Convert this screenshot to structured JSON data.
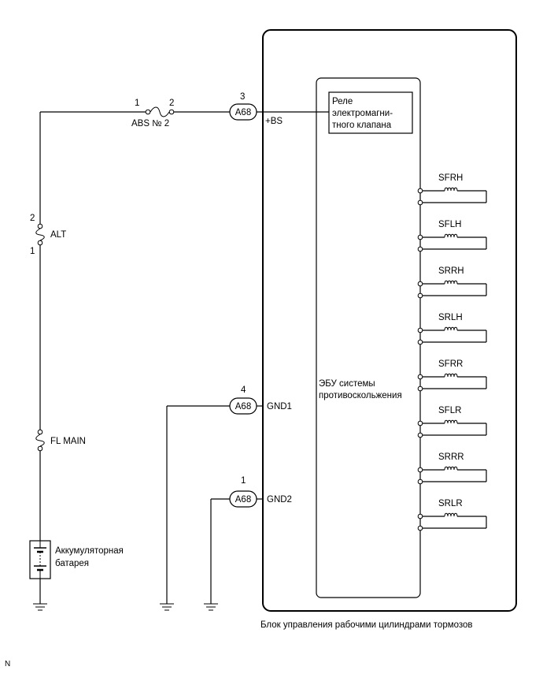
{
  "ecu": {
    "block_label": "Блок управления рабочими цилиндрами тормозов",
    "inner_label_1": "ЭБУ системы",
    "inner_label_2": "противоскольжения",
    "relay_label_1": "Реле",
    "relay_label_2": "электромагни-",
    "relay_label_3": "тного клапана"
  },
  "connectors": [
    {
      "pin": "3",
      "code": "A68",
      "signal": "+BS"
    },
    {
      "pin": "4",
      "code": "A68",
      "signal": "GND1"
    },
    {
      "pin": "1",
      "code": "A68",
      "signal": "GND2"
    }
  ],
  "fuses": {
    "abs": {
      "pin_left": "1",
      "pin_right": "2",
      "label": "ABS № 2"
    },
    "alt": {
      "pin_top": "2",
      "pin_bottom": "1",
      "label": "ALT"
    },
    "fl_main": {
      "label": "FL MAIN"
    }
  },
  "battery": {
    "label_1": "Аккумуляторная",
    "label_2": "батарея"
  },
  "solenoids": [
    "SFRH",
    "SFLH",
    "SRRH",
    "SRLH",
    "SFRR",
    "SFLR",
    "SRRR",
    "SRLR"
  ],
  "corner_mark": "N"
}
